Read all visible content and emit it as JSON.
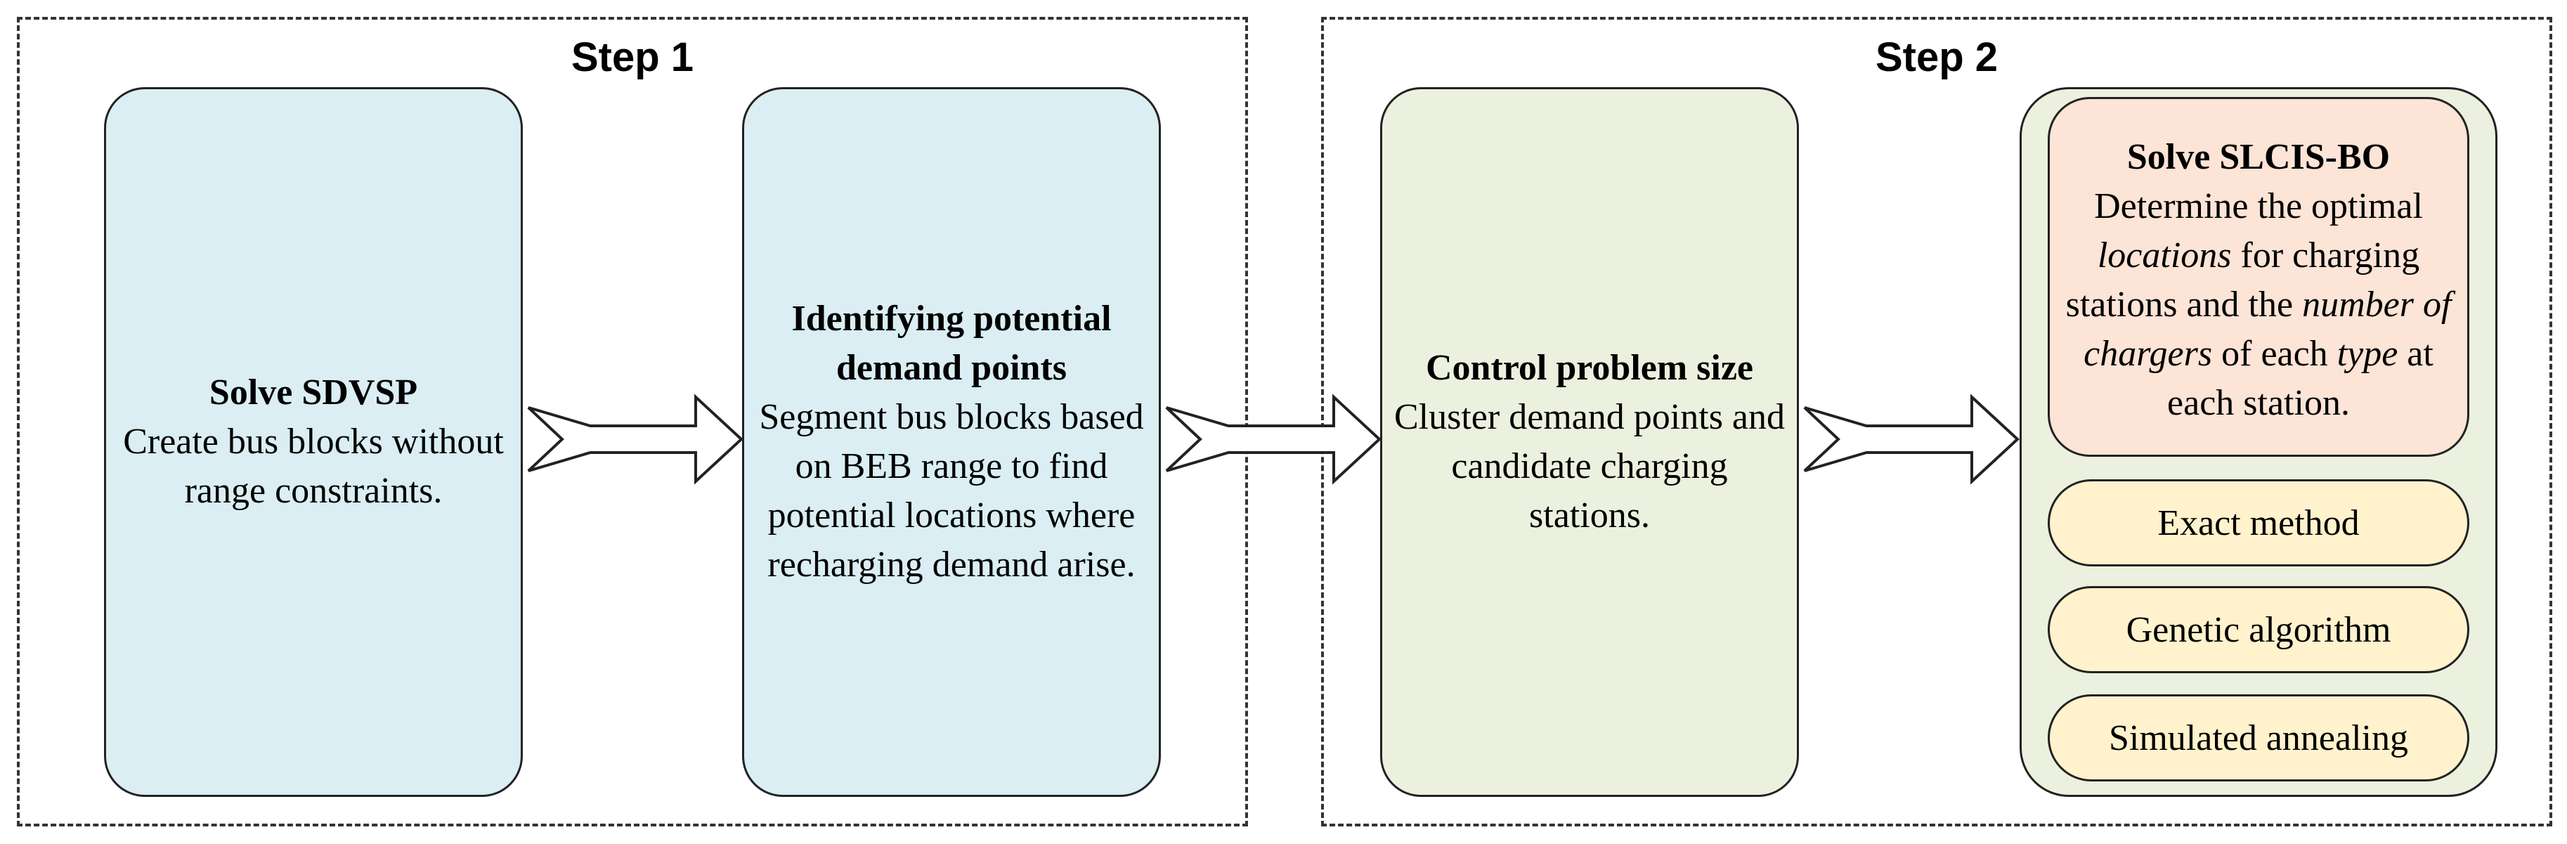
{
  "step1": {
    "title": "Step 1"
  },
  "step2": {
    "title": "Step 2"
  },
  "box1": {
    "title": "Solve SDVSP",
    "text": "Create bus blocks without range constraints."
  },
  "box2": {
    "title": "Identifying potential demand points",
    "text": "Segment bus blocks based on BEB range to find potential locations where recharging demand arise."
  },
  "box3": {
    "title": "Control problem size",
    "text": "Cluster demand points and candidate charging stations."
  },
  "box4": {
    "title": "Solve SLCIS-BO",
    "text_a": "Determine the optimal ",
    "text_b": "locations",
    "text_c": " for charging stations and the ",
    "text_d": "number of chargers",
    "text_e": " of each ",
    "text_f": "type",
    "text_g": " at each station."
  },
  "methods": [
    "Exact method",
    "Genetic algorithm",
    "Simulated annealing"
  ],
  "colors": {
    "blue": "#daeef3",
    "green": "#ebf1de",
    "peach": "#fce4d6",
    "yellow": "#fff2cc"
  }
}
